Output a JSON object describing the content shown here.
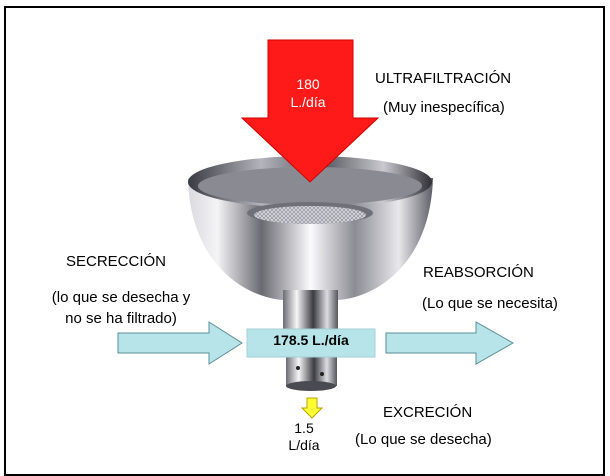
{
  "ultrafiltration": {
    "flow": "180 L./día",
    "flow_line1": "180",
    "flow_line2": "L./día",
    "title": "ULTRAFILTRACIÓN",
    "subtitle": "(Muy inespecífica)"
  },
  "secretion": {
    "title": "SECRECCIÓN",
    "subtitle_line1": "(lo que se desecha y",
    "subtitle_line2": "no se ha filtrado)"
  },
  "reabsorption": {
    "title": "REABSORCIÓN",
    "subtitle": "(Lo que se necesita)"
  },
  "filtered_flow": "178.5 L./día",
  "excretion": {
    "title": "EXCRECIÓN",
    "subtitle": "(Lo que se desecha)",
    "flow_line1": "1.5",
    "flow_line2": "L/día"
  },
  "colors": {
    "big_arrow": "#ff1a1a",
    "side_arrows": "#b7e4e8",
    "small_arrow": "#ffff33",
    "funnel": "#bfbfc6"
  }
}
